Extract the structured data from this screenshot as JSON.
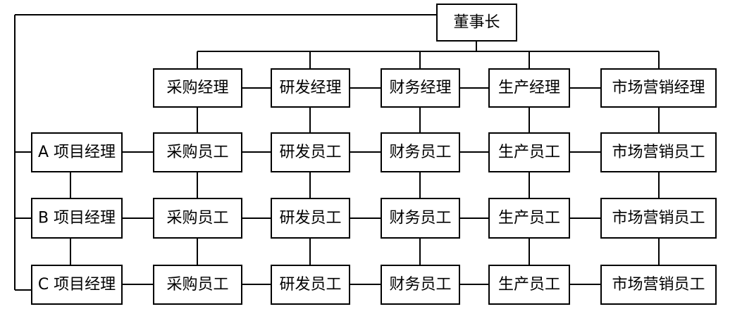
{
  "colors": {
    "background": "#ffffff",
    "line": "#000000",
    "box_fill": "#ffffff",
    "text": "#000000"
  },
  "org_chart": {
    "chairman": "董事长",
    "managers": [
      "采购经理",
      "研发经理",
      "财务经理",
      "生产经理",
      "市场营销经理"
    ],
    "project_rows": [
      {
        "project_manager": "A 项目经理",
        "staff": [
          "采购员工",
          "研发员工",
          "财务员工",
          "生产员工",
          "市场营销员工"
        ]
      },
      {
        "project_manager": "B 项目经理",
        "staff": [
          "采购员工",
          "研发员工",
          "财务员工",
          "生产员工",
          "市场营销员工"
        ]
      },
      {
        "project_manager": "C 项目经理",
        "staff": [
          "采购员工",
          "研发员工",
          "财务员工",
          "生产员工",
          "市场营销员工"
        ]
      }
    ]
  }
}
